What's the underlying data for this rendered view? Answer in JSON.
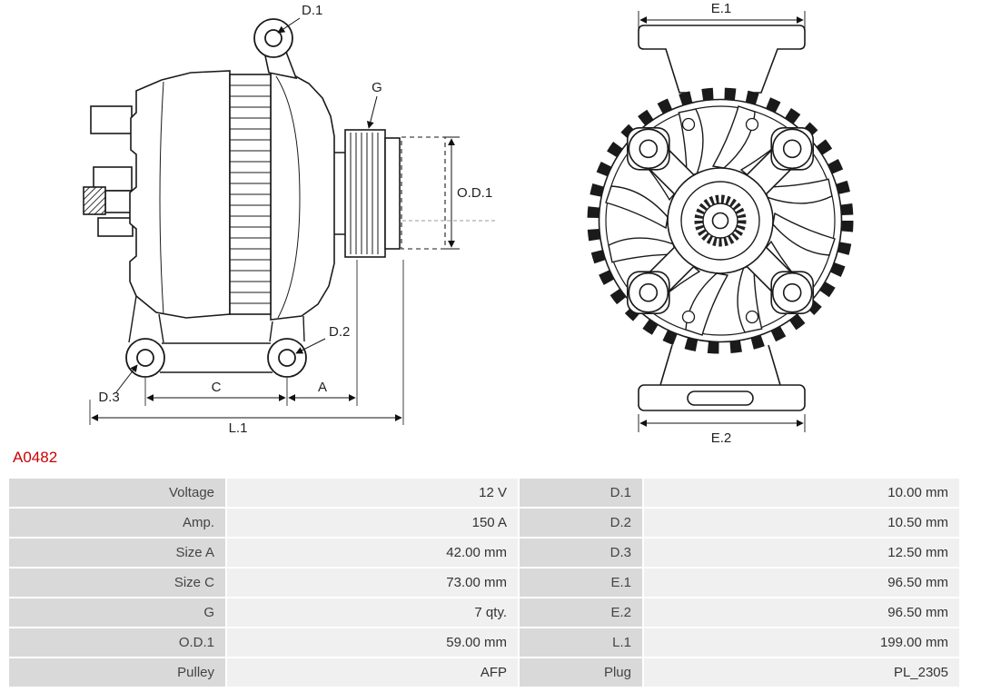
{
  "part": {
    "number": "A0482",
    "number_color": "#cc0000"
  },
  "diagram": {
    "side_view_labels": {
      "d1": "D.1",
      "g": "G",
      "od1": "O.D.1",
      "d2": "D.2",
      "d3": "D.3",
      "c": "C",
      "a": "A",
      "l1": "L.1"
    },
    "front_view_labels": {
      "e1": "E.1",
      "e2": "E.2"
    }
  },
  "spec_table": {
    "rows": [
      {
        "label_left": "Voltage",
        "value_left": "12 V",
        "label_right": "D.1",
        "value_right": "10.00 mm"
      },
      {
        "label_left": "Amp.",
        "value_left": "150 A",
        "label_right": "D.2",
        "value_right": "10.50 mm"
      },
      {
        "label_left": "Size A",
        "value_left": "42.00 mm",
        "label_right": "D.3",
        "value_right": "12.50 mm"
      },
      {
        "label_left": "Size C",
        "value_left": "73.00 mm",
        "label_right": "E.1",
        "value_right": "96.50 mm"
      },
      {
        "label_left": "G",
        "value_left": "7 qty.",
        "label_right": "E.2",
        "value_right": "96.50 mm"
      },
      {
        "label_left": "O.D.1",
        "value_left": "59.00 mm",
        "label_right": "L.1",
        "value_right": "199.00 mm"
      },
      {
        "label_left": "Pulley",
        "value_left": "AFP",
        "label_right": "Plug",
        "value_right": "PL_2305"
      }
    ]
  }
}
